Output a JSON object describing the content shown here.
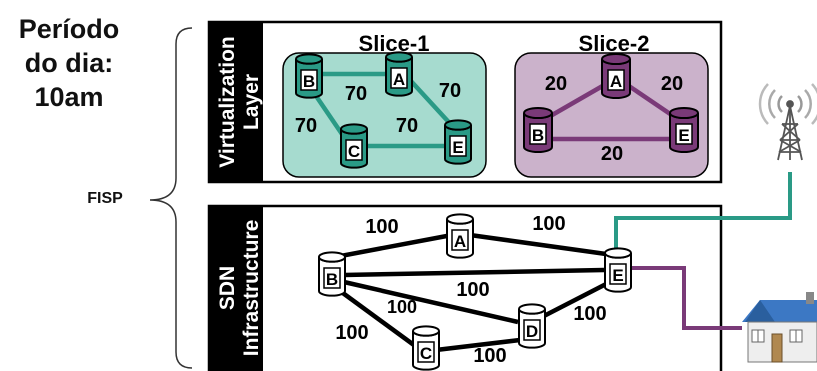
{
  "period": {
    "line1": "Período",
    "line2": "do dia:",
    "line3": "10am"
  },
  "provider_label": "FISP",
  "virtualization_layer": {
    "line1": "Virtualization",
    "line2": "Layer"
  },
  "sdn_infrastructure": {
    "line1": "SDN",
    "line2": "Infrastructure"
  },
  "slices": [
    {
      "name": "Slice-1",
      "color": "#2a9a86",
      "fill": "#a6dbcf",
      "nodes": [
        "B",
        "A",
        "C",
        "E"
      ],
      "links": [
        {
          "from": "B",
          "to": "A",
          "capacity": "70"
        },
        {
          "from": "A",
          "to": "E",
          "capacity": "70"
        },
        {
          "from": "B",
          "to": "C",
          "capacity": "70"
        },
        {
          "from": "C",
          "to": "E",
          "capacity": "70"
        }
      ]
    },
    {
      "name": "Slice-2",
      "color": "#7a3a78",
      "fill": "#cbb2cb",
      "nodes": [
        "A",
        "B",
        "E"
      ],
      "links": [
        {
          "from": "A",
          "to": "B",
          "capacity": "20"
        },
        {
          "from": "A",
          "to": "E",
          "capacity": "20"
        },
        {
          "from": "B",
          "to": "E",
          "capacity": "20"
        }
      ]
    }
  ],
  "physical": {
    "nodes": [
      "A",
      "B",
      "C",
      "D",
      "E"
    ],
    "links": [
      {
        "from": "B",
        "to": "A",
        "capacity": "100"
      },
      {
        "from": "A",
        "to": "E",
        "capacity": "100"
      },
      {
        "from": "B",
        "to": "E",
        "capacity": "100"
      },
      {
        "from": "B",
        "to": "D",
        "capacity": "100"
      },
      {
        "from": "B",
        "to": "C",
        "capacity": "100"
      },
      {
        "from": "C",
        "to": "D",
        "capacity": "100"
      },
      {
        "from": "D",
        "to": "E",
        "capacity": "100"
      }
    ]
  },
  "icons": {
    "tower": "cell-tower-icon",
    "house": "house-icon"
  },
  "colors": {
    "slice1": "#2a9a86",
    "slice2": "#7a3a78",
    "panel": "#000000"
  }
}
